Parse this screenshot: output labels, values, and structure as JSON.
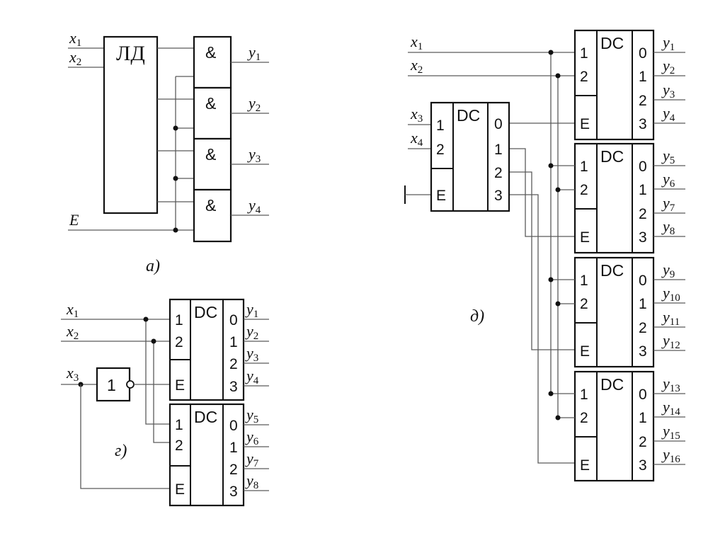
{
  "diagram": {
    "title": "Decoder circuits",
    "part_a": {
      "label": "а)",
      "linear_decoder_label": "ЛД",
      "and_gate_label": "&",
      "inputs": [
        {
          "name": "x",
          "sub": "1"
        },
        {
          "name": "x",
          "sub": "2"
        }
      ],
      "enable_label": "E",
      "outputs": [
        {
          "name": "y",
          "sub": "1"
        },
        {
          "name": "y",
          "sub": "2"
        },
        {
          "name": "y",
          "sub": "3"
        },
        {
          "name": "y",
          "sub": "4"
        }
      ]
    },
    "part_g": {
      "label": "г)",
      "inverter_label": "1",
      "decoder_title": "DC",
      "address_pins": [
        "1",
        "2"
      ],
      "enable_pin": "E",
      "output_pins": [
        "0",
        "1",
        "2",
        "3"
      ],
      "inputs": [
        {
          "name": "x",
          "sub": "1"
        },
        {
          "name": "x",
          "sub": "2"
        },
        {
          "name": "x",
          "sub": "3"
        }
      ],
      "outputs": [
        {
          "name": "y",
          "sub": "1"
        },
        {
          "name": "y",
          "sub": "2"
        },
        {
          "name": "y",
          "sub": "3"
        },
        {
          "name": "y",
          "sub": "4"
        },
        {
          "name": "y",
          "sub": "5"
        },
        {
          "name": "y",
          "sub": "6"
        },
        {
          "name": "y",
          "sub": "7"
        },
        {
          "name": "y",
          "sub": "8"
        }
      ]
    },
    "part_d": {
      "label": "д)",
      "decoder_title": "DC",
      "address_pins": [
        "1",
        "2"
      ],
      "enable_pin": "E",
      "output_pins": [
        "0",
        "1",
        "2",
        "3"
      ],
      "inputs": [
        {
          "name": "x",
          "sub": "1"
        },
        {
          "name": "x",
          "sub": "2"
        },
        {
          "name": "x",
          "sub": "3"
        },
        {
          "name": "x",
          "sub": "4"
        }
      ],
      "outputs": [
        {
          "name": "y",
          "sub": "1"
        },
        {
          "name": "y",
          "sub": "2"
        },
        {
          "name": "y",
          "sub": "3"
        },
        {
          "name": "y",
          "sub": "4"
        },
        {
          "name": "y",
          "sub": "5"
        },
        {
          "name": "y",
          "sub": "6"
        },
        {
          "name": "y",
          "sub": "7"
        },
        {
          "name": "y",
          "sub": "8"
        },
        {
          "name": "y",
          "sub": "9"
        },
        {
          "name": "y",
          "sub": "10"
        },
        {
          "name": "y",
          "sub": "11"
        },
        {
          "name": "y",
          "sub": "12"
        },
        {
          "name": "y",
          "sub": "13"
        },
        {
          "name": "y",
          "sub": "14"
        },
        {
          "name": "y",
          "sub": "15"
        },
        {
          "name": "y",
          "sub": "16"
        }
      ]
    }
  }
}
